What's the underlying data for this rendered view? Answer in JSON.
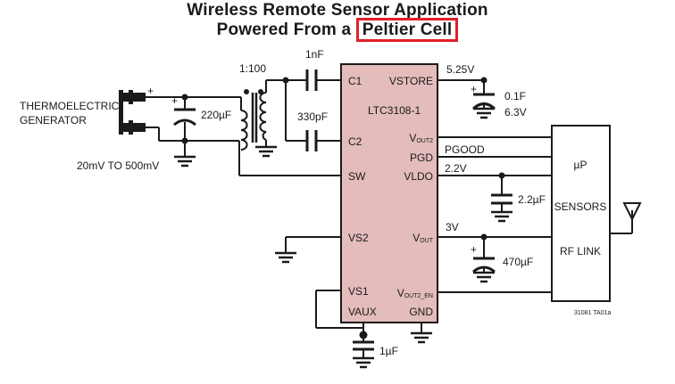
{
  "title": {
    "line1": "Wireless Remote Sensor Application",
    "line2_prefix": "Powered From a ",
    "line2_highlight": "Peltier Cell"
  },
  "highlight_color": "#e0202a",
  "ic_fill_color": "#e3bcbb",
  "ic": {
    "name": "LTC3108-1",
    "pins": {
      "c1": "C1",
      "c2": "C2",
      "sw": "SW",
      "vs2": "VS2",
      "vs1": "VS1",
      "vaux": "VAUX",
      "vstore": "VSTORE",
      "vout2": "V",
      "vout2_sub": "OUT2",
      "pgd": "PGD",
      "vldo": "VLDO",
      "vout": "V",
      "vout_sub": "OUT",
      "vout2en": "V",
      "vout2en_sub": "OUT2_EN",
      "gnd": "GND"
    }
  },
  "labels": {
    "teg_line1": "THERMOELECTRIC",
    "teg_line2": "GENERATOR",
    "teg_range": "20mV TO 500mV",
    "transformer_ratio": "1:100",
    "c_in": "220µF",
    "c_1nf": "1nF",
    "c_330pf": "330pF",
    "vstore_v": "5.25V",
    "c_store": "0.1F",
    "c_store_v": "6.3V",
    "pgood": "PGOOD",
    "ldo_v": "2.2V",
    "c_ldo": "2.2µF",
    "vout_v": "3V",
    "c_out": "470µF",
    "c_vaux": "1µF",
    "plus": "+",
    "figure_id": "31081 TA01a"
  },
  "mcu": {
    "line1": "µP",
    "line2": "SENSORS",
    "line3": "RF LINK"
  }
}
